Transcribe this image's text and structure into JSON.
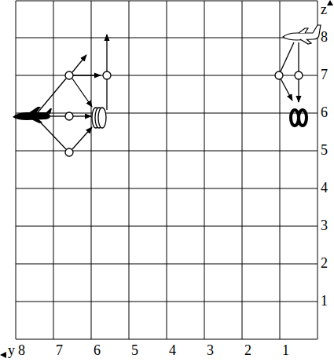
{
  "diagram": {
    "labels": [
      "z",
      "8",
      "7",
      "6",
      "5",
      "4",
      "3",
      "2",
      "1",
      "y",
      "8",
      "7",
      "6",
      "5",
      "4",
      "3",
      "2",
      "1"
    ]
  }
}
